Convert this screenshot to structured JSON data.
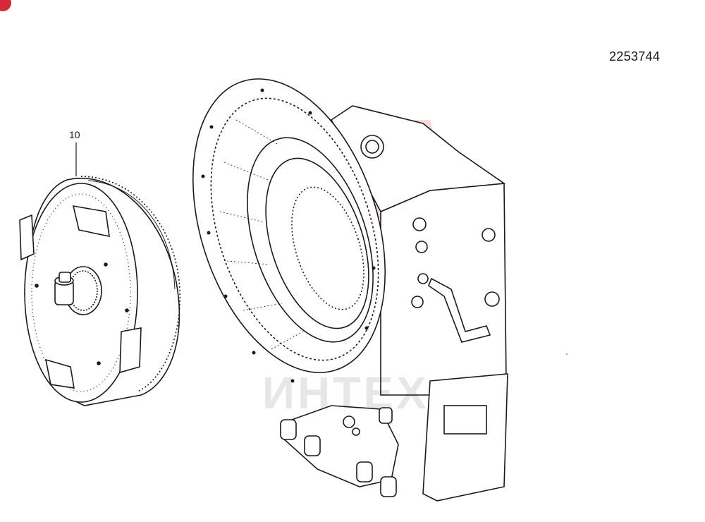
{
  "drawing": {
    "number": "2253744",
    "callouts": [
      {
        "label": "10"
      }
    ]
  },
  "watermark": {
    "text": "ИНТЕХ",
    "color": "#e8505b"
  },
  "badge": {
    "color": "#d62839"
  }
}
